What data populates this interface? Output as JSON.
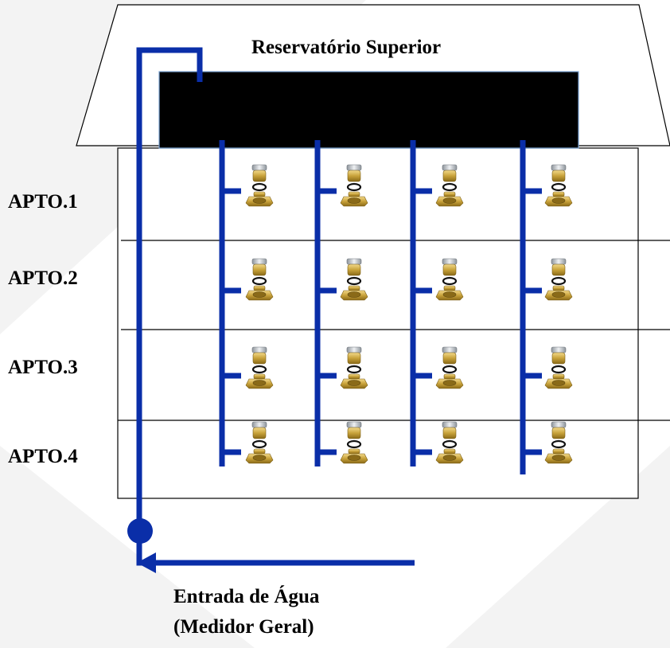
{
  "diagram": {
    "title": "Reservatório Superior",
    "apartments": [
      "APTO.1",
      "APTO.2",
      "APTO.3",
      "APTO.4"
    ],
    "columns_count": 4,
    "inlet_label_line1": "Entrada de Água",
    "inlet_label_line2": "(Medidor Geral)"
  },
  "colors": {
    "pipe": "#0a2ea8",
    "tank": "#000000",
    "background_shape": "#f1f1f1",
    "outline": "#000000",
    "meter_brass": "#c8a23a",
    "meter_silver": "#b9bec4"
  },
  "icons": {
    "meter": "water-meter-icon",
    "inlet": "water-inlet-node-icon",
    "arrow": "flow-arrow-icon"
  }
}
